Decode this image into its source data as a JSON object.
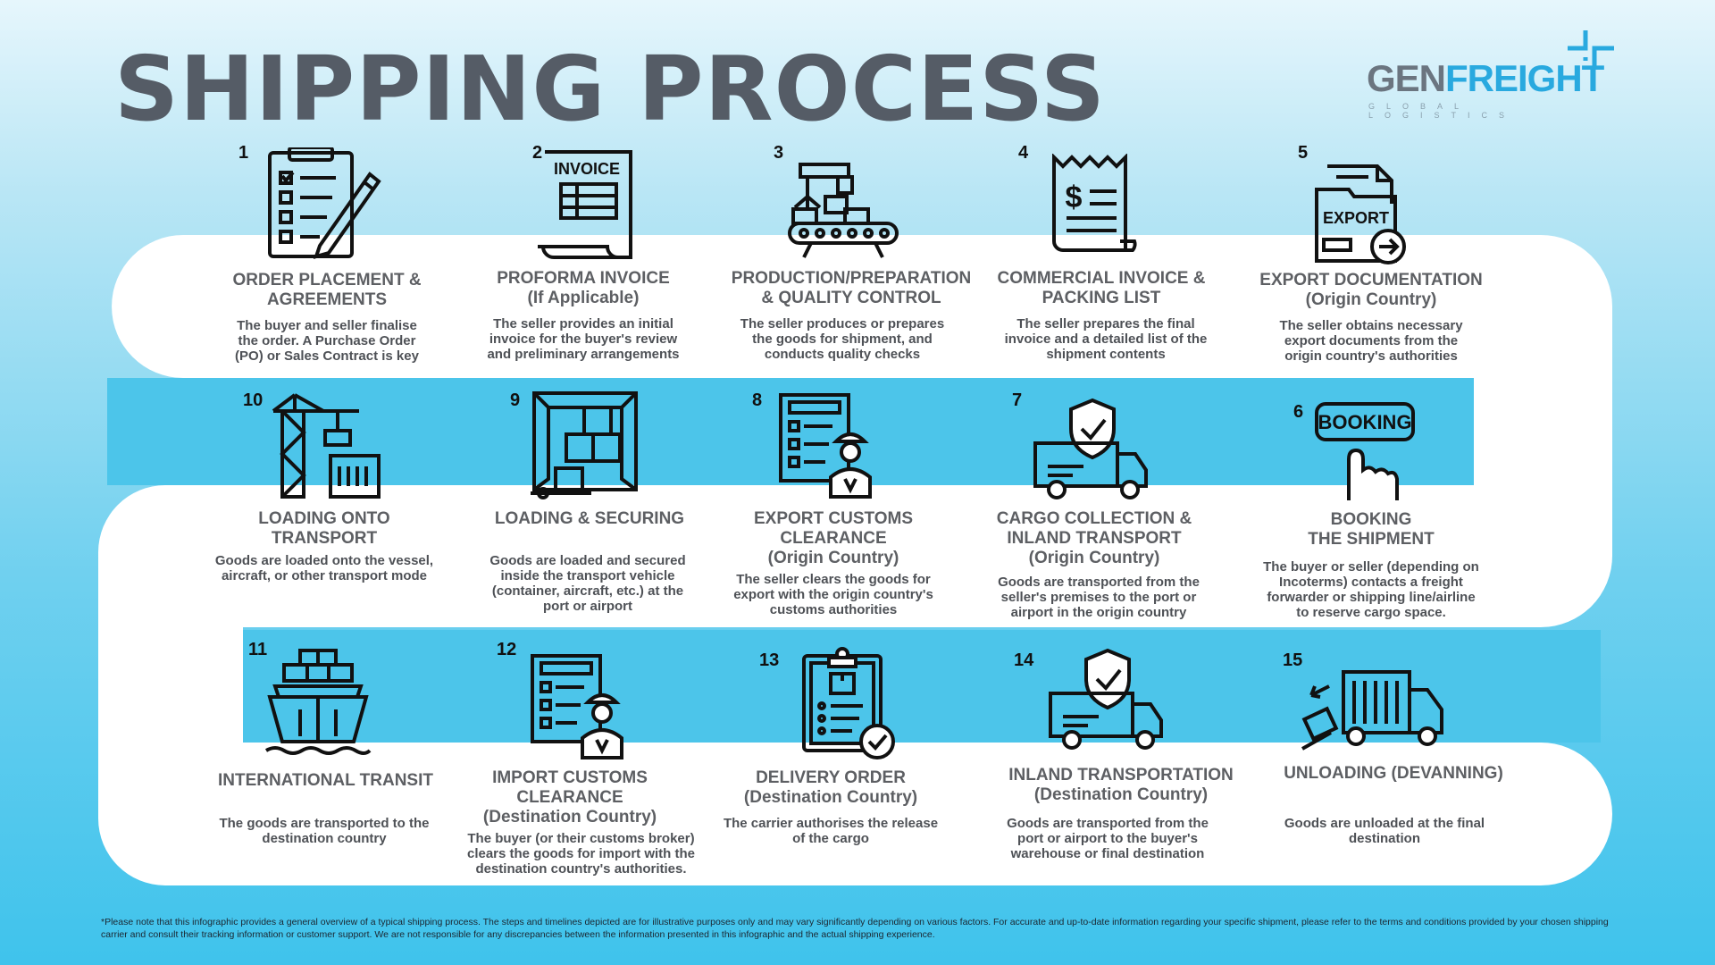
{
  "title": "SHIPPING PROCESS",
  "logo": {
    "part1": "GEN",
    "part2": "FREIGHT",
    "tagline": "GLOBAL LOGISTICS"
  },
  "colors": {
    "title": "#555c66",
    "accent": "#29a9df",
    "band": "#4cc5ea",
    "track": "#ffffff"
  },
  "steps": [
    {
      "number": "1",
      "icon": "clipboard-checklist-icon",
      "title": "ORDER PLACEMENT &\nAGREEMENTS",
      "desc": "The buyer and seller finalise\nthe order. A Purchase Order\n(PO) or Sales Contract is key"
    },
    {
      "number": "2",
      "icon": "invoice-icon",
      "icon_text": "INVOICE",
      "title": "PROFORMA INVOICE\n(If Applicable)",
      "desc": "The seller provides an initial\ninvoice for the buyer's review\nand preliminary arrangements"
    },
    {
      "number": "3",
      "icon": "production-conveyor-icon",
      "title": "PRODUCTION/PREPARATION\n& QUALITY CONTROL",
      "desc": "The seller produces or prepares\nthe goods for shipment, and\nconducts quality checks"
    },
    {
      "number": "4",
      "icon": "receipt-icon",
      "title": "COMMERCIAL INVOICE &\nPACKING LIST",
      "desc": "The seller prepares the final\ninvoice and a detailed list of the\nshipment contents"
    },
    {
      "number": "5",
      "icon": "export-document-icon",
      "icon_text": "EXPORT",
      "title": "EXPORT DOCUMENTATION\n(Origin Country)",
      "desc": "The seller obtains necessary\nexport documents from the\norigin country's authorities"
    },
    {
      "number": "6",
      "icon": "booking-button-icon",
      "icon_text": "BOOKING",
      "title": "BOOKING\nTHE SHIPMENT",
      "desc": "The buyer or seller (depending on\nIncoterms) contacts a freight\nforwarder or shipping line/airline\nto reserve cargo space."
    },
    {
      "number": "7",
      "icon": "truck-shield-icon",
      "title": "CARGO COLLECTION &\nINLAND TRANSPORT\n(Origin Country)",
      "desc": "Goods are transported from the\nseller's premises to the port or\nairport in the origin country"
    },
    {
      "number": "8",
      "icon": "customs-officer-checklist-icon",
      "title": "EXPORT CUSTOMS\nCLEARANCE\n(Origin Country)",
      "desc": "The seller clears the goods for\nexport with the origin country's\ncustoms authorities"
    },
    {
      "number": "9",
      "icon": "loaded-container-icon",
      "title": "LOADING & SECURING",
      "desc": "Goods are loaded and secured\ninside the transport vehicle\n(container, aircraft, etc.) at the\nport or airport"
    },
    {
      "number": "10",
      "icon": "crane-container-icon",
      "title": "LOADING ONTO\nTRANSPORT",
      "desc": "Goods are loaded onto the vessel,\naircraft, or other transport mode"
    },
    {
      "number": "11",
      "icon": "cargo-ship-icon",
      "title": "INTERNATIONAL TRANSIT",
      "desc": "The goods are transported to the\ndestination country"
    },
    {
      "number": "12",
      "icon": "customs-officer-checklist-icon",
      "title": "IMPORT CUSTOMS\nCLEARANCE\n(Destination Country)",
      "desc": "The buyer (or their customs broker)\nclears the goods for import with the\ndestination country's authorities."
    },
    {
      "number": "13",
      "icon": "delivery-order-clipboard-icon",
      "title": "DELIVERY ORDER\n(Destination Country)",
      "desc": "The carrier authorises the release\nof the cargo"
    },
    {
      "number": "14",
      "icon": "truck-shield-icon",
      "title": "INLAND TRANSPORTATION\n(Destination Country)",
      "desc": "Goods are transported from the\nport or airport to the buyer's\nwarehouse or final destination"
    },
    {
      "number": "15",
      "icon": "unloading-truck-icon",
      "title": "UNLOADING (DEVANNING)",
      "desc": "Goods are unloaded at the final\ndestination"
    }
  ],
  "disclaimer": "*Please note that this infographic provides a general overview of a typical shipping process. The steps and timelines depicted are for illustrative purposes only and may vary significantly depending on various factors. For accurate and up-to-date information regarding your specific shipment, please refer to the terms and conditions provided by your chosen shipping carrier and consult their tracking information or customer support. We are not responsible for any discrepancies between the information presented in this infographic and the actual shipping experience."
}
